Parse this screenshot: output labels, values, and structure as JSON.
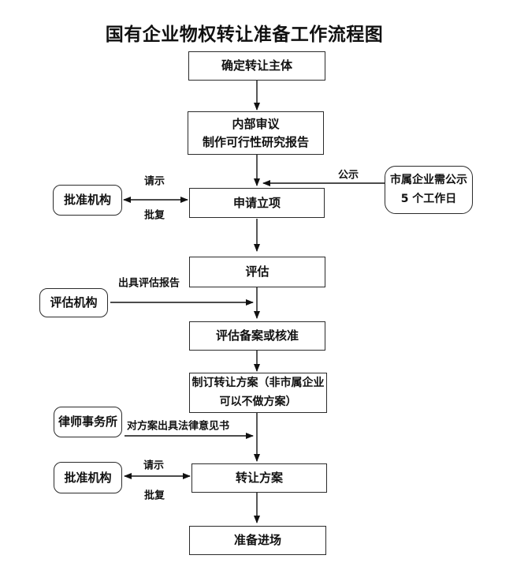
{
  "title": "国有企业物权转让准备工作流程图",
  "flow": {
    "step1": "确定转让主体",
    "step2_line1": "内部审议",
    "step2_line2": "制作可行性研究报告",
    "step3": "申请立项",
    "step4": "评估",
    "step5": "评估备案或核准",
    "step6_line1": "制订转让方案（非市属企业",
    "step6_line2": "可以不做方案）",
    "step7": "转让方案",
    "step8": "准备进场"
  },
  "side": {
    "approval_org_1": "批准机构",
    "notice_line1": "市属企业需公示",
    "notice_line2": "5 个工作日",
    "assessment_org": "评估机构",
    "law_firm": "律师事务所",
    "approval_org_2": "批准机构"
  },
  "labels": {
    "request_1": "请示",
    "reply_1": "批复",
    "public_notice": "公示",
    "assessment_report": "出具评估报告",
    "legal_opinion": "对方案出具法律意见书",
    "request_2": "请示",
    "reply_2": "批复"
  },
  "colors": {
    "background": "#ffffff",
    "text": "#111111",
    "box_border": "#2b2b2b",
    "arrow": "#111111"
  }
}
